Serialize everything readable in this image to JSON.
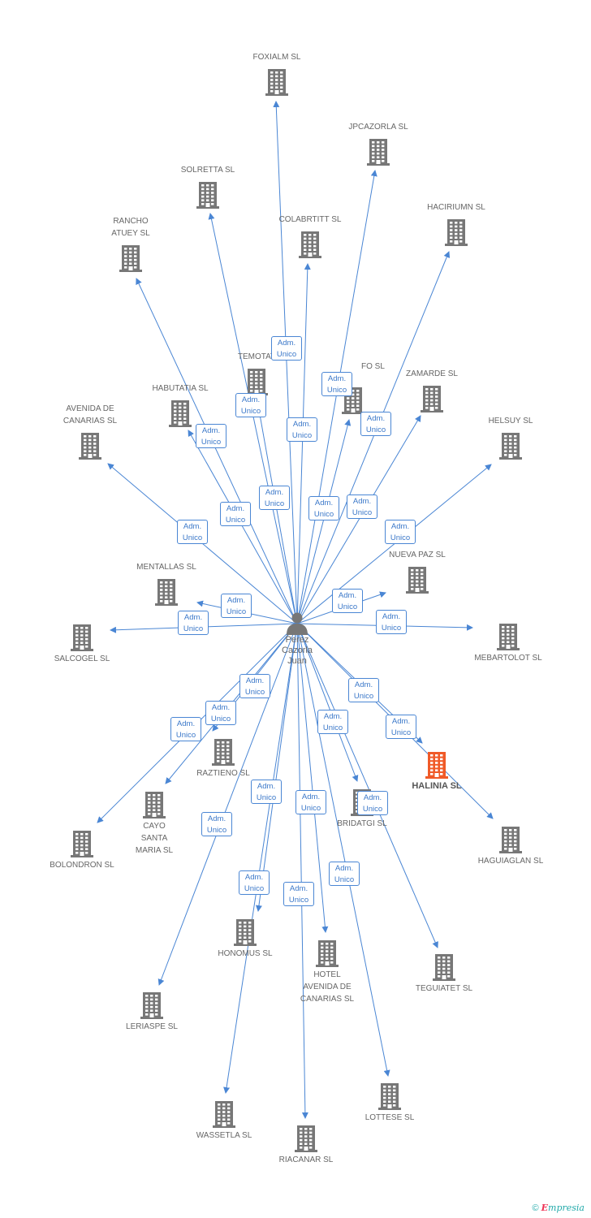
{
  "center": {
    "label": "Perez\nCazorla\nJuan",
    "icon": "person-icon"
  },
  "relation_label_line1": "Adm.",
  "relation_label_line2": "Unico",
  "colors": {
    "edge": "#4a86d4",
    "building": "#777777",
    "highlight": "#f05a28"
  },
  "companies": [
    {
      "id": "foxialm",
      "label": "FOXIALM SL"
    },
    {
      "id": "jpcazorla",
      "label": "JPCAZORLA SL"
    },
    {
      "id": "solretta",
      "label": "SOLRETTA SL"
    },
    {
      "id": "haciriumn",
      "label": "HACIRIUMN SL"
    },
    {
      "id": "rancho",
      "label": "RANCHO\nATUEY SL"
    },
    {
      "id": "colabrtitt",
      "label": "COLABRTITT SL"
    },
    {
      "id": "temotat",
      "label": "TEMOTAT"
    },
    {
      "id": "fo",
      "label": "FO SL"
    },
    {
      "id": "zamarde",
      "label": "ZAMARDE SL"
    },
    {
      "id": "habutatia",
      "label": "HABUTATIA SL"
    },
    {
      "id": "avenida",
      "label": "AVENIDA DE\nCANARIAS SL"
    },
    {
      "id": "helsuy",
      "label": "HELSUY SL"
    },
    {
      "id": "nuevapaz",
      "label": "NUEVA PAZ SL"
    },
    {
      "id": "mentallas",
      "label": "MENTALLAS SL"
    },
    {
      "id": "salcogel",
      "label": "SALCOGEL SL"
    },
    {
      "id": "mebartolot",
      "label": "MEBARTOLOT SL"
    },
    {
      "id": "halinia",
      "label": "HALINIA SL",
      "highlight": true
    },
    {
      "id": "raztieno",
      "label": "RAZTIENO SL"
    },
    {
      "id": "haguiaglan",
      "label": "HAGUIAGLAN SL"
    },
    {
      "id": "bridatgi",
      "label": "BRIDATGI SL"
    },
    {
      "id": "cayo",
      "label": "CAYO\nSANTA\nMARIA SL"
    },
    {
      "id": "bolondron",
      "label": "BOLONDRON SL"
    },
    {
      "id": "honomus",
      "label": "HONOMUS SL"
    },
    {
      "id": "hotel",
      "label": "HOTEL\nAVENIDA DE\nCANARIAS SL"
    },
    {
      "id": "teguiatet",
      "label": "TEGUIATET SL"
    },
    {
      "id": "leriaspe",
      "label": "LERIASPE SL"
    },
    {
      "id": "lottese",
      "label": "LOTTESE SL"
    },
    {
      "id": "wassetla",
      "label": "WASSETLA SL"
    },
    {
      "id": "riacanar",
      "label": "RIACANAR SL"
    }
  ],
  "footer": {
    "copyright": "©",
    "brand_first": "E",
    "brand_rest": "mpresia"
  }
}
